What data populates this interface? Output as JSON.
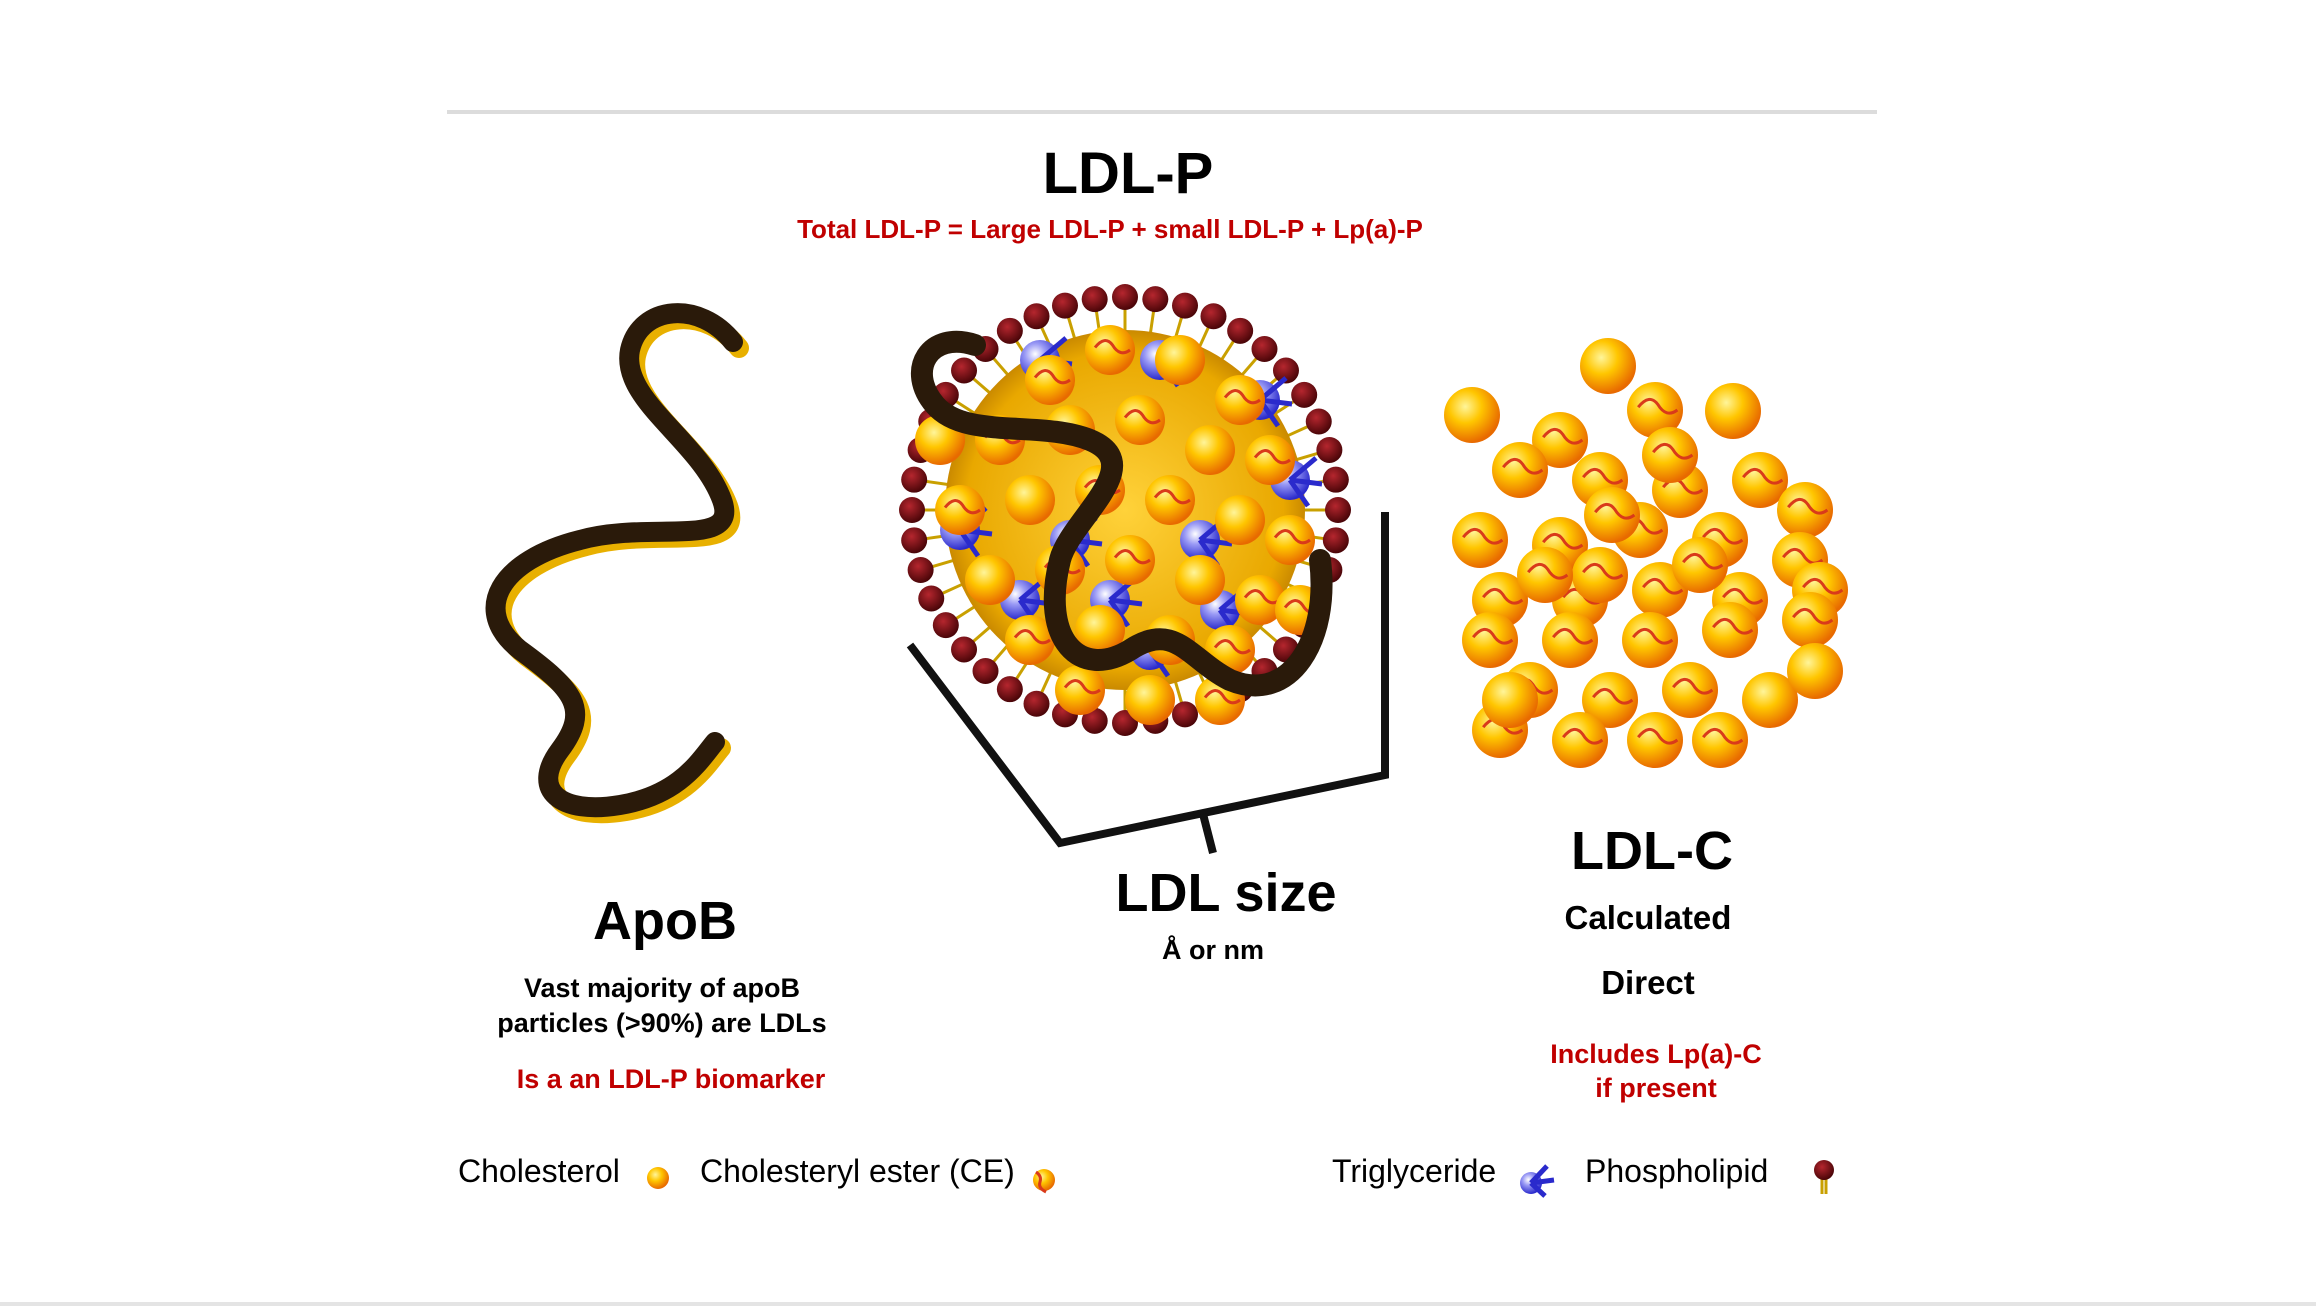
{
  "header": {
    "title": "LDL-P",
    "formula": "Total LDL-P = Large LDL-P + small LDL-P + Lp(a)-P"
  },
  "apob": {
    "title": "ApoB",
    "desc_line1": "Vast majority of apoB",
    "desc_line2": "particles (>90%) are LDLs",
    "note": "Is a an LDL-P biomarker"
  },
  "size": {
    "title": "LDL size",
    "units": "Å or nm"
  },
  "ldlc": {
    "title": "LDL-C",
    "method1": "Calculated",
    "method2": "Direct",
    "note_line1": "Includes Lp(a)-C",
    "note_line2": "if present"
  },
  "legend": {
    "cholesterol": "Cholesterol",
    "ce": "Cholesteryl ester (CE)",
    "triglyceride": "Triglyceride",
    "phospholipid": "Phospholipid"
  },
  "colors": {
    "title_red": "#c00000",
    "cholesterol": "#ffb000",
    "phospholipid": "#6b0d12",
    "triglyceride": "#2a2acc",
    "apob_strand": "#2a1a0a"
  }
}
